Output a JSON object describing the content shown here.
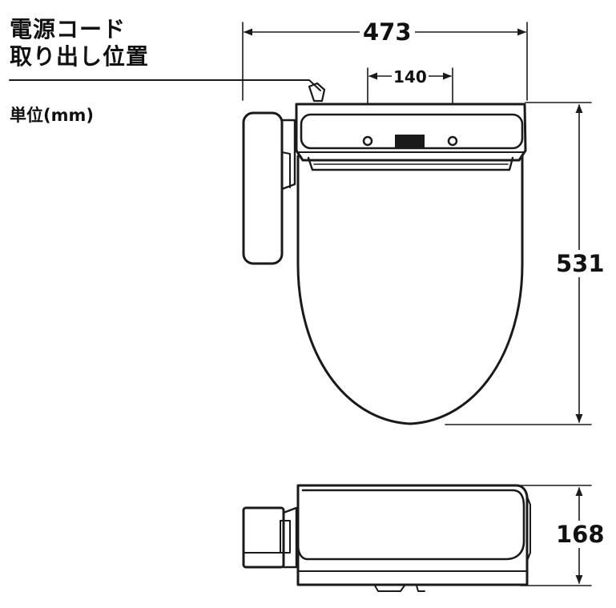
{
  "labels": {
    "cord_title_line1": "電源コード",
    "cord_title_line2": "取り出し位置",
    "unit": "単位(mm)"
  },
  "dimensions": {
    "width": "473",
    "hole_spacing": "140",
    "depth": "531",
    "height": "168"
  },
  "colors": {
    "line": "#1a1a1a",
    "background": "#ffffff"
  }
}
